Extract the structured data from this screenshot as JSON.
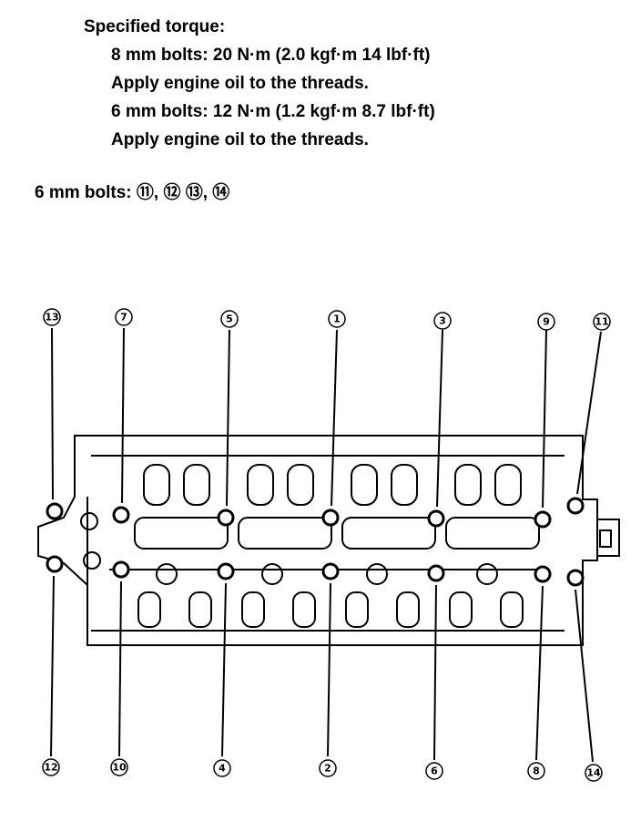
{
  "spec": {
    "title": "Specified torque:",
    "line1": "8 mm bolts: 20 N·m (2.0 kgf·m 14 lbf·ft)",
    "line2": "Apply engine oil to the threads.",
    "line3": "6 mm bolts: 12 N·m (1.2 kgf·m 8.7 lbf·ft)",
    "line4": "Apply engine oil to the threads."
  },
  "six_mm_bolts": {
    "label": "6 mm bolts: ",
    "list": "⑪, ⑫ ⑬, ⑭"
  },
  "callouts": {
    "c13": "13",
    "c7": "7",
    "c5": "5",
    "c1": "1",
    "c3": "3",
    "c9": "9",
    "c11": "11",
    "c12": "12",
    "c10": "10",
    "c4": "4",
    "c2": "2",
    "c6": "6",
    "c8": "8",
    "c14": "14"
  }
}
